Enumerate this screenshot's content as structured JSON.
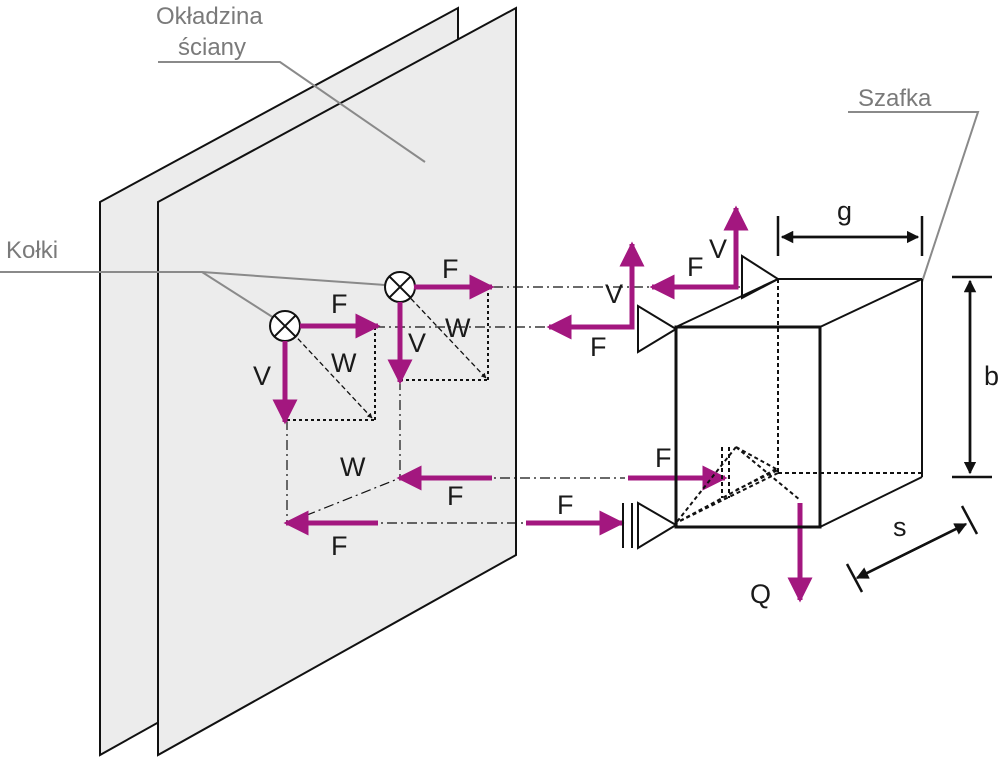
{
  "callouts": {
    "wall_cladding_line1": "Okładzina",
    "wall_cladding_line2": "ściany",
    "dowels": "Kołki",
    "cabinet": "Szafka"
  },
  "labels": {
    "F": "F",
    "V": "V",
    "W": "W",
    "Q": "Q",
    "g": "g",
    "b": "b",
    "s": "s"
  },
  "colors": {
    "force": "#a3177f",
    "panel_fill": "#ececec",
    "outline": "#111111",
    "callout_line": "#8a8a8a"
  }
}
